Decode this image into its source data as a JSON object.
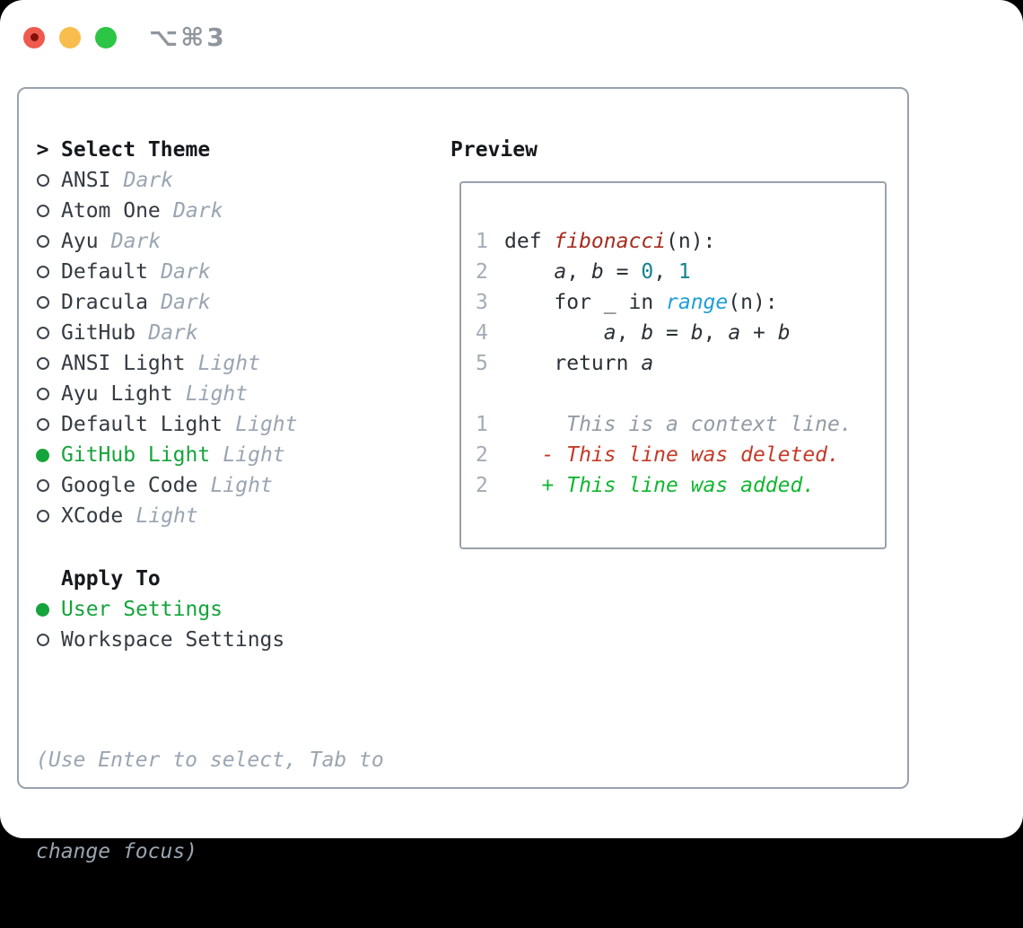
{
  "window": {
    "title": "⌥⌘3",
    "traffic_lights": [
      {
        "name": "close",
        "color": "#ee5a4e",
        "has_unsaved_dot": true
      },
      {
        "name": "minimize",
        "color": "#f8bd4c"
      },
      {
        "name": "zoom",
        "color": "#2dc545"
      }
    ]
  },
  "theme_menu": {
    "prefix": ">",
    "header": "Select Theme",
    "items": [
      {
        "name": "ANSI",
        "variant": "Dark",
        "selected": false
      },
      {
        "name": "Atom One",
        "variant": "Dark",
        "selected": false
      },
      {
        "name": "Ayu",
        "variant": "Dark",
        "selected": false
      },
      {
        "name": "Default",
        "variant": "Dark",
        "selected": false
      },
      {
        "name": "Dracula",
        "variant": "Dark",
        "selected": false
      },
      {
        "name": "GitHub",
        "variant": "Dark",
        "selected": false
      },
      {
        "name": "ANSI Light",
        "variant": "Light",
        "selected": false
      },
      {
        "name": "Ayu Light",
        "variant": "Light",
        "selected": false
      },
      {
        "name": "Default Light",
        "variant": "Light",
        "selected": false
      },
      {
        "name": "GitHub Light",
        "variant": "Light",
        "selected": true
      },
      {
        "name": "Google Code",
        "variant": "Light",
        "selected": false
      },
      {
        "name": "XCode",
        "variant": "Light",
        "selected": false
      }
    ]
  },
  "apply_to": {
    "header": "Apply To",
    "items": [
      {
        "name": "User Settings",
        "selected": true
      },
      {
        "name": "Workspace Settings",
        "selected": false
      }
    ]
  },
  "hint": {
    "line1": "(Use Enter to select, Tab to",
    "line2": "change focus)"
  },
  "preview": {
    "header": "Preview",
    "lines": [
      {
        "n": "1",
        "tokens": [
          {
            "text": "def ",
            "style": "plain"
          },
          {
            "text": "fibonacci",
            "style": "func"
          },
          {
            "text": "(n):",
            "style": "plain"
          }
        ]
      },
      {
        "n": "2",
        "tokens": [
          {
            "text": "    ",
            "style": "plain"
          },
          {
            "text": "a",
            "style": "var"
          },
          {
            "text": ", ",
            "style": "plain"
          },
          {
            "text": "b",
            "style": "var"
          },
          {
            "text": " = ",
            "style": "plain"
          },
          {
            "text": "0",
            "style": "num"
          },
          {
            "text": ", ",
            "style": "plain"
          },
          {
            "text": "1",
            "style": "num"
          }
        ]
      },
      {
        "n": "3",
        "tokens": [
          {
            "text": "    for _ in ",
            "style": "plain"
          },
          {
            "text": "range",
            "style": "call"
          },
          {
            "text": "(n):",
            "style": "plain"
          }
        ]
      },
      {
        "n": "4",
        "tokens": [
          {
            "text": "        ",
            "style": "plain"
          },
          {
            "text": "a",
            "style": "var"
          },
          {
            "text": ", ",
            "style": "plain"
          },
          {
            "text": "b",
            "style": "var"
          },
          {
            "text": " = ",
            "style": "plain"
          },
          {
            "text": "b",
            "style": "var"
          },
          {
            "text": ", ",
            "style": "plain"
          },
          {
            "text": "a",
            "style": "var"
          },
          {
            "text": " + ",
            "style": "plain"
          },
          {
            "text": "b",
            "style": "var"
          }
        ]
      },
      {
        "n": "5",
        "tokens": [
          {
            "text": "    return ",
            "style": "plain"
          },
          {
            "text": "a",
            "style": "var"
          }
        ]
      },
      {
        "n": "",
        "tokens": []
      },
      {
        "n": "1",
        "tokens": [
          {
            "text": "     This is a context line.",
            "style": "context"
          }
        ]
      },
      {
        "n": "2",
        "tokens": [
          {
            "text": "   - This line was deleted.",
            "style": "deleted"
          }
        ]
      },
      {
        "n": "2",
        "tokens": [
          {
            "text": "   + This line was added.",
            "style": "added"
          }
        ]
      }
    ]
  },
  "colors": {
    "accent-green": "#15a43b",
    "added-green": "#12b631",
    "deleted-red": "#c43a28",
    "function-red": "#a52c1e",
    "number-teal": "#12828c",
    "call-blue": "#1f9fd6",
    "ink": "#15181c",
    "name-gray": "#343b42",
    "code-ink": "#2a3137",
    "muted-gray": "#9aa5b2",
    "line-number-gray": "#a3abb5",
    "context-gray": "#929ba5",
    "border-gray": "#98a2ad",
    "title-gray": "#8f969d",
    "traffic-red": "#ee5a4e",
    "traffic-red-dot": "#841109",
    "traffic-yellow": "#f8bd4c",
    "traffic-green": "#2dc545",
    "window-bg": "#ffffff",
    "canvas-bg": "#000000"
  }
}
